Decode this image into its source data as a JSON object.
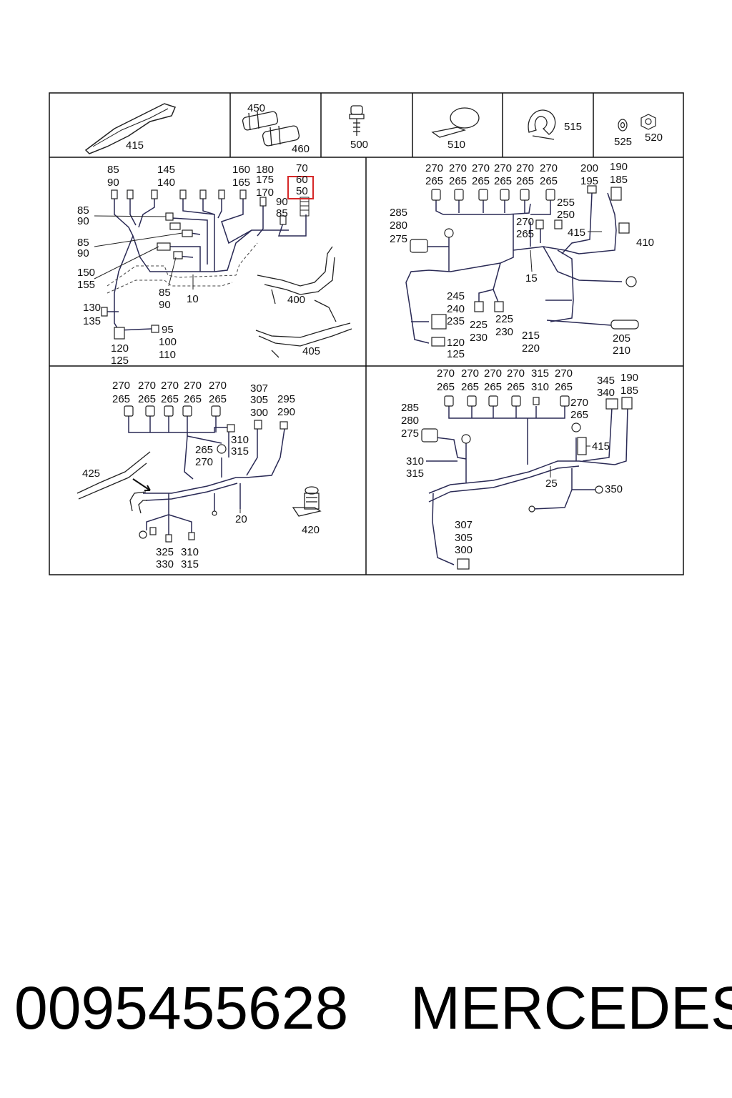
{
  "top_row": {
    "cell1": [
      "415"
    ],
    "cell2": [
      "450",
      "460"
    ],
    "cell3": [
      "500"
    ],
    "cell4": [
      "510"
    ],
    "cell5": [
      "515"
    ],
    "cell6": [
      "525",
      "520"
    ]
  },
  "panel_tl": {
    "labels": [
      "85",
      "90",
      "145",
      "140",
      "160",
      "165",
      "180",
      "175",
      "170",
      "70",
      "60",
      "50",
      "90",
      "85",
      "85",
      "90",
      "85",
      "90",
      "150",
      "155",
      "85",
      "90",
      "10",
      "400",
      "130",
      "135",
      "95",
      "100",
      "110",
      "120",
      "125",
      "405"
    ],
    "highlight_color": "#d62828"
  },
  "panel_tr": {
    "labels": [
      "270",
      "270",
      "270",
      "270",
      "270",
      "270",
      "265",
      "265",
      "265",
      "265",
      "265",
      "265",
      "200",
      "195",
      "190",
      "185",
      "255",
      "250",
      "285",
      "280",
      "275",
      "270",
      "265",
      "415",
      "410",
      "15",
      "245",
      "240",
      "235",
      "225",
      "230",
      "225",
      "230",
      "215",
      "220",
      "205",
      "210",
      "120",
      "125"
    ]
  },
  "panel_bl": {
    "labels": [
      "270",
      "270",
      "270",
      "270",
      "270",
      "265",
      "265",
      "265",
      "265",
      "265",
      "307",
      "305",
      "300",
      "295",
      "290",
      "310",
      "315",
      "265",
      "270",
      "425",
      "20",
      "420",
      "325",
      "330",
      "310",
      "315"
    ]
  },
  "panel_br": {
    "labels": [
      "270",
      "270",
      "270",
      "270",
      "315",
      "270",
      "265",
      "265",
      "265",
      "265",
      "310",
      "265",
      "345",
      "340",
      "190",
      "185",
      "285",
      "280",
      "275",
      "270",
      "265",
      "415",
      "310",
      "315",
      "25",
      "350",
      "307",
      "305",
      "300"
    ]
  },
  "footer": {
    "part_number": "0095455628",
    "brand": "MERCEDES"
  }
}
